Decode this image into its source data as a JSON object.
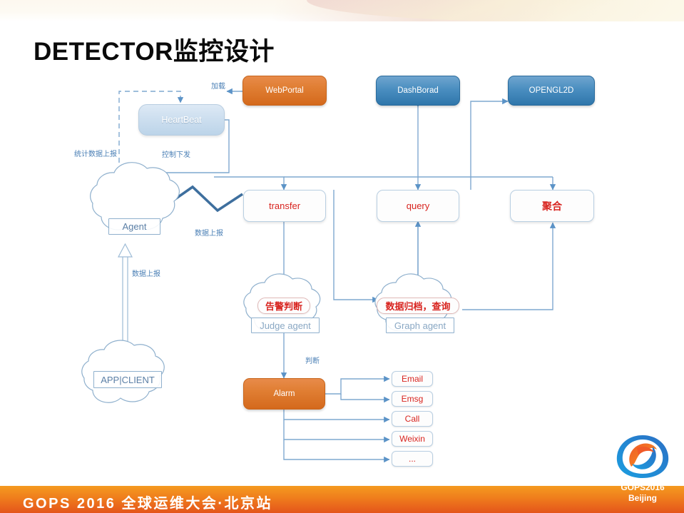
{
  "slide": {
    "title": "DETECTOR监控设计"
  },
  "diagram": {
    "nodes": {
      "webportal": "WebPortal",
      "dashborad": "DashBorad",
      "opengl2d": "OPENGL2D",
      "heartbeat": "HeartBeat",
      "transfer": "transfer",
      "query": "query",
      "aggregate": "聚合",
      "agent": "Agent",
      "appclient": "APP|CLIENT",
      "judge_title": "告警判断",
      "judge_agent": "Judge agent",
      "graph_title": "数据归档，查询",
      "graph_agent": "Graph agent",
      "alarm": "Alarm"
    },
    "outputs": [
      "Email",
      "Emsg",
      "Call",
      "Weixin",
      "..."
    ],
    "edge_labels": {
      "load": "加载",
      "stats_report": "统计数据上报",
      "control_dispatch": "控制下发",
      "data_report_agent": "数据上报",
      "data_report_client": "数据上报",
      "judge": "判断"
    },
    "colors": {
      "orange": "#d4691c",
      "blue": "#2f76ab",
      "red_text": "#d8241f",
      "line": "#7fa8cf",
      "label_text": "#4a7fb5"
    }
  },
  "footer": {
    "text": "GOPS 2016 全球运维大会·北京站",
    "logo_line1": "GOPS2016",
    "logo_line2": "Beijing"
  }
}
